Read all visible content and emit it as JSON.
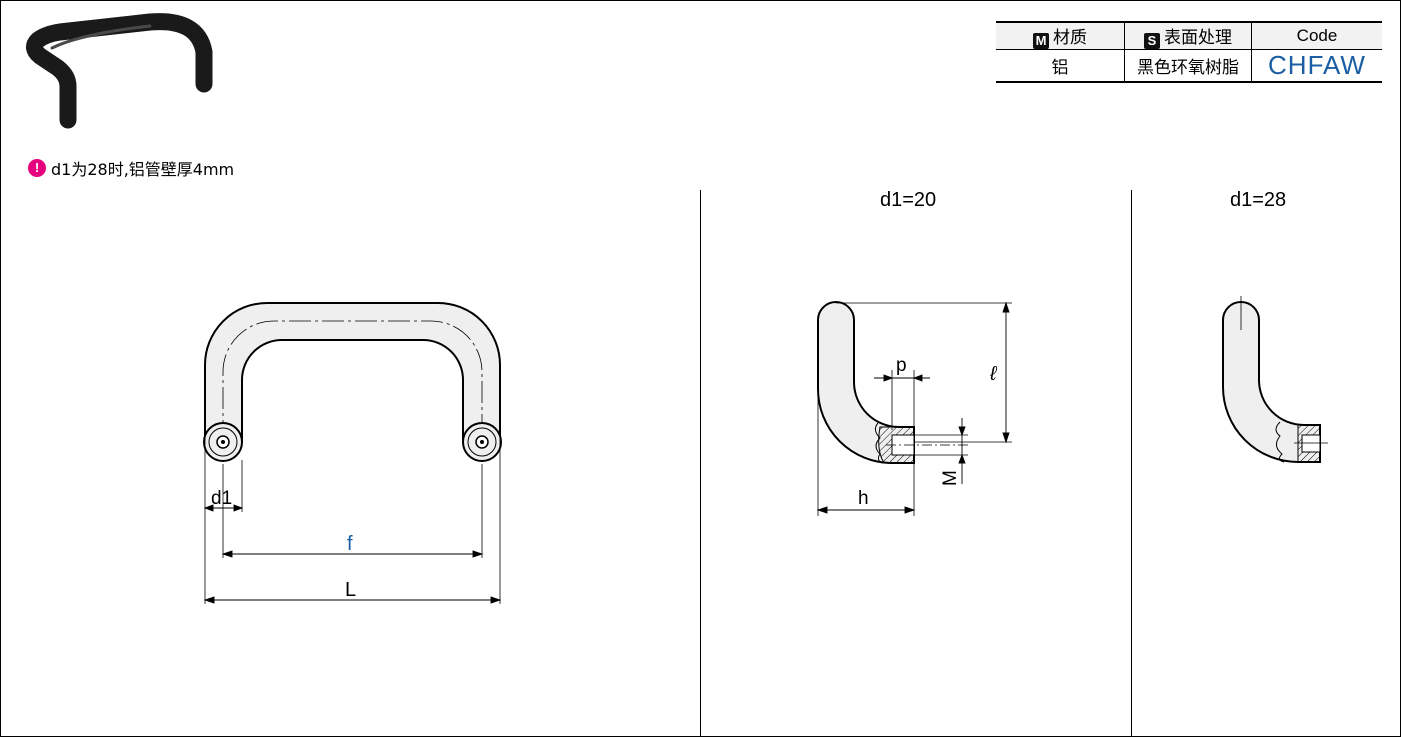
{
  "spec_table": {
    "headers": [
      {
        "badge": "M",
        "label": "材质"
      },
      {
        "badge": "S",
        "label": "表面处理"
      },
      {
        "badge": "",
        "label": "Code"
      }
    ],
    "row": {
      "material": "铝",
      "surface": "黑色环氧树脂",
      "code": "CHFAW"
    }
  },
  "note": {
    "icon": "warning-icon",
    "text": "d1为28时,铝管壁厚4mm"
  },
  "main_drawing": {
    "labels": {
      "d1": "d1",
      "f": "f",
      "L": "L"
    },
    "f_color": "#1b5ea3"
  },
  "section_20": {
    "title": "d1=20",
    "labels": {
      "p": "p",
      "l": "ℓ",
      "M": "M",
      "h": "h"
    }
  },
  "section_28": {
    "title": "d1=28"
  },
  "colors": {
    "accent": "#1b5ea3",
    "note_icon": "#e6007e",
    "handle_fill": "#efefef",
    "product_photo": "#222222"
  }
}
